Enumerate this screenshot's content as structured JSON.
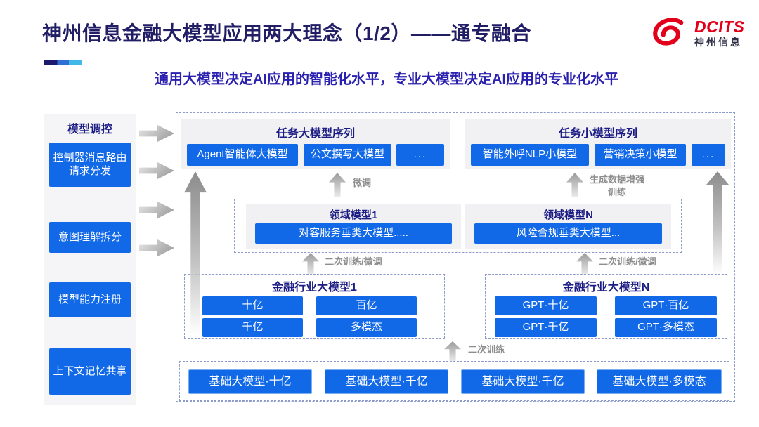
{
  "slide": {
    "title": "神州信息金融大模型应用两大理念（1/2）——通专融合",
    "subtitle": "通用大模型决定AI应用的智能化水平，专业大模型决定AI应用的专业化水平"
  },
  "logo": {
    "brand": "DCITS",
    "brand_cn": "神州信息",
    "icon": "dcits-swirl-icon"
  },
  "sidebar": {
    "title": "模型调控",
    "items": [
      "控制器消息路由请求分发",
      "意图理解拆分",
      "模型能力注册",
      "上下文记忆共享"
    ]
  },
  "task_large": {
    "title": "任务大模型序列",
    "models": [
      "Agent智能体大模型",
      "公文撰写大模型",
      "..."
    ]
  },
  "task_small": {
    "title": "任务小模型序列",
    "models": [
      "智能外呼NLP小模型",
      "营销决策小模型",
      "..."
    ]
  },
  "domain": {
    "sections": [
      {
        "title": "领域模型1",
        "model": "对客服务垂类大模型....."
      },
      {
        "title": "领域模型N",
        "model": "风险合规垂类大模型..."
      }
    ]
  },
  "industry": {
    "sections": [
      {
        "title": "金融行业大模型1",
        "models": [
          "十亿",
          "百亿",
          "千亿",
          "多模态"
        ]
      },
      {
        "title": "金融行业大模型N",
        "models": [
          "GPT·十亿",
          "GPT·百亿",
          "GPT·千亿",
          "GPT·多模态"
        ]
      }
    ]
  },
  "foundation": {
    "models": [
      "基础大模型·十亿",
      "基础大模型·千亿",
      "基础大模型·千亿",
      "基础大模型·多模态"
    ]
  },
  "arrow_labels": {
    "finetune": "微调",
    "augment_train": "生成数据增强训练",
    "retrain_finetune_left": "二次训练/微调",
    "retrain_finetune_right": "二次训练/微调",
    "retrain": "二次训练"
  },
  "colors": {
    "accent_blue": "#1169e8",
    "title_navy": "#211e66",
    "subtitle_blue": "#2b21b0",
    "logo_red": "#e2001a"
  }
}
